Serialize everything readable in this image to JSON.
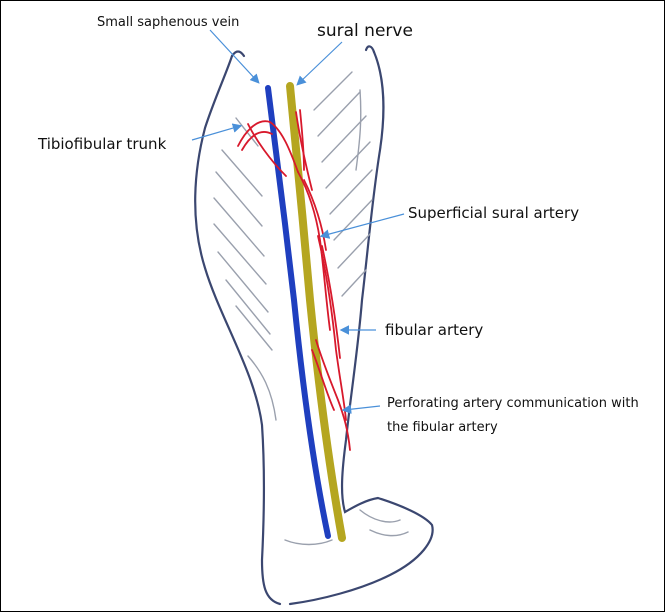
{
  "labels": {
    "small_saphenous_vein": "Small saphenous vein",
    "sural_nerve": "sural nerve",
    "tibiofibular_trunk": "Tibiofibular trunk",
    "superficial_sural_artery": "Superficial sural artery",
    "fibular_artery": "fibular artery",
    "perforating_artery_line1": "Perforating artery communication with",
    "perforating_artery_line2": "the fibular artery"
  },
  "colors": {
    "vein": "#1f3fbf",
    "nerve": "#b5a620",
    "artery": "#d8192c",
    "pointer": "#4a90d9",
    "outline": "#3b4770",
    "shading": "#9aa0ad"
  },
  "icons": {
    "pointer": "arrow-icon"
  }
}
